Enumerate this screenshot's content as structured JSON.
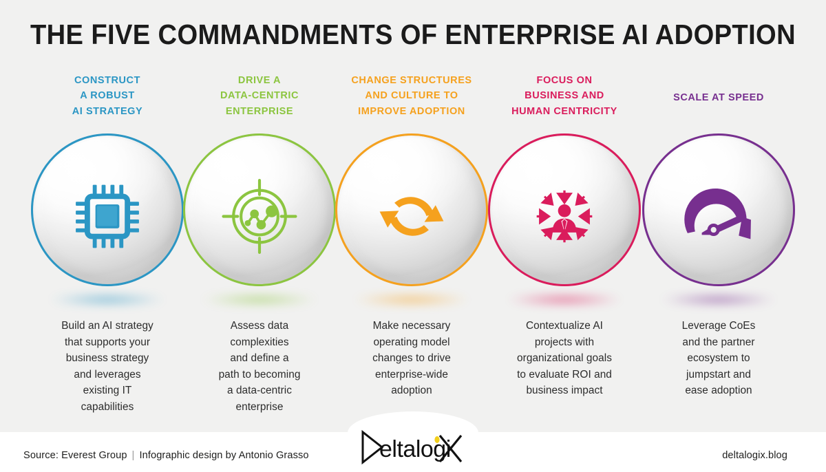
{
  "title": "THE FIVE COMMANDMENTS OF ENTERPRISE AI ADOPTION",
  "background_color": "#f1f1f0",
  "columns": [
    {
      "heading": "CONSTRUCT\nA ROBUST\nAI STRATEGY",
      "heading_lines": [
        "CONSTRUCT",
        "A ROBUST",
        "AI STRATEGY"
      ],
      "body": "Build an AI strategy that supports your business strategy and leverages existing IT capabilities",
      "body_lines": [
        "Build an AI strategy",
        "that supports your",
        "business strategy",
        "and leverages",
        "existing IT",
        "capabilities"
      ],
      "color": "#2b96c4",
      "icon": "microchip-icon"
    },
    {
      "heading": "DRIVE A\nDATA-CENTRIC\nENTERPRISE",
      "heading_lines": [
        "DRIVE A",
        "DATA-CENTRIC",
        "ENTERPRISE"
      ],
      "body": "Assess data complexities and define a path to becoming a data-centric enterprise",
      "body_lines": [
        "Assess data",
        "complexities",
        "and define a",
        "path to becoming",
        "a data-centric",
        "enterprise"
      ],
      "color": "#8cc540",
      "icon": "target-analytics-icon"
    },
    {
      "heading": "CHANGE STRUCTURES\nAND CULTURE TO\nIMPROVE ADOPTION",
      "heading_lines": [
        "CHANGE STRUCTURES",
        "AND CULTURE TO",
        "IMPROVE ADOPTION"
      ],
      "body": "Make necessary operating model changes to drive enterprise-wide adoption",
      "body_lines": [
        "Make necessary",
        "operating model",
        "changes to drive",
        "enterprise-wide",
        "adoption"
      ],
      "color": "#f5a11e",
      "icon": "refresh-cycle-icon"
    },
    {
      "heading": "FOCUS ON\nBUSINESS AND\nHUMAN CENTRICITY",
      "heading_lines": [
        "FOCUS ON",
        "BUSINESS AND",
        "HUMAN CENTRICITY"
      ],
      "body": "Contextualize AI projects with organizational goals to evaluate ROI and business impact",
      "body_lines": [
        "Contextualize AI",
        "projects with",
        "organizational goals",
        "to evaluate ROI and",
        "business impact"
      ],
      "color": "#da1c5c",
      "icon": "human-centricity-icon"
    },
    {
      "heading": "SCALE AT SPEED",
      "heading_lines": [
        "SCALE AT SPEED"
      ],
      "body": "Leverage CoEs and the partner ecosystem to jumpstart and ease adoption",
      "body_lines": [
        "Leverage CoEs",
        "and the partner",
        "ecosystem to",
        "jumpstart and",
        "ease adoption"
      ],
      "color": "#772f8f",
      "icon": "speedometer-icon"
    }
  ],
  "footer": {
    "source_label": "Source: Everest Group",
    "separator": "|",
    "credit": "Infographic design by Antonio Grasso",
    "website": "deltalogix.blog",
    "logo_text": "eltalogi",
    "logo_name": "deltalogix-logo"
  }
}
